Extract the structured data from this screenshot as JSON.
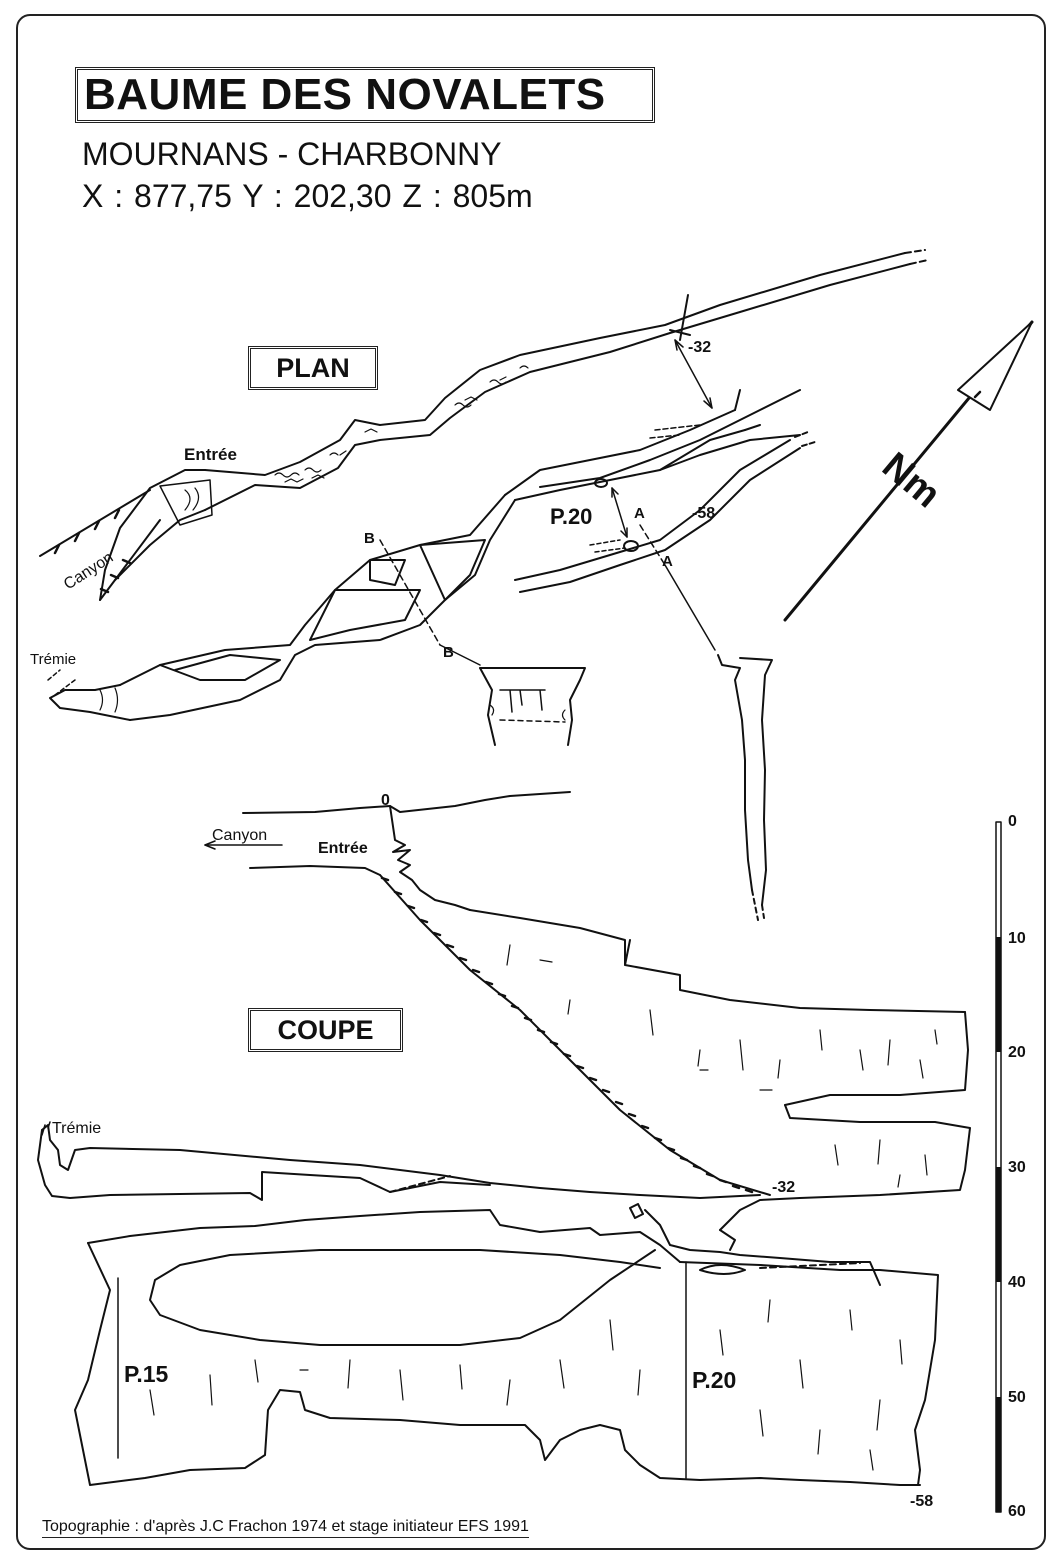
{
  "header": {
    "title": "BAUME DES NOVALETS",
    "location": "MOURNANS - CHARBONNY",
    "coordinates": "X : 877,75   Y : 202,30   Z : 805m"
  },
  "plan": {
    "section_label": "PLAN",
    "entrance": "Entrée",
    "canyon": "Canyon",
    "tremie": "Trémie",
    "depth_32": "-32",
    "depth_58": "-58",
    "pit": "P.20",
    "section_a": "A",
    "section_b": "B",
    "north": "Nm"
  },
  "coupe": {
    "section_label": "COUPE",
    "zero": "0",
    "canyon": "Canyon",
    "entrance": "Entrée",
    "tremie": "Trémie",
    "depth_32": "-32",
    "depth_58": "-58",
    "pit_left": "P.15",
    "pit_right": "P.20"
  },
  "scale_bar": {
    "ticks": [
      "0",
      "10",
      "20",
      "30",
      "40",
      "50",
      "60"
    ]
  },
  "footer": {
    "credit": "Topographie : d'après J.C Frachon 1974 et stage initiateur EFS 1991"
  }
}
